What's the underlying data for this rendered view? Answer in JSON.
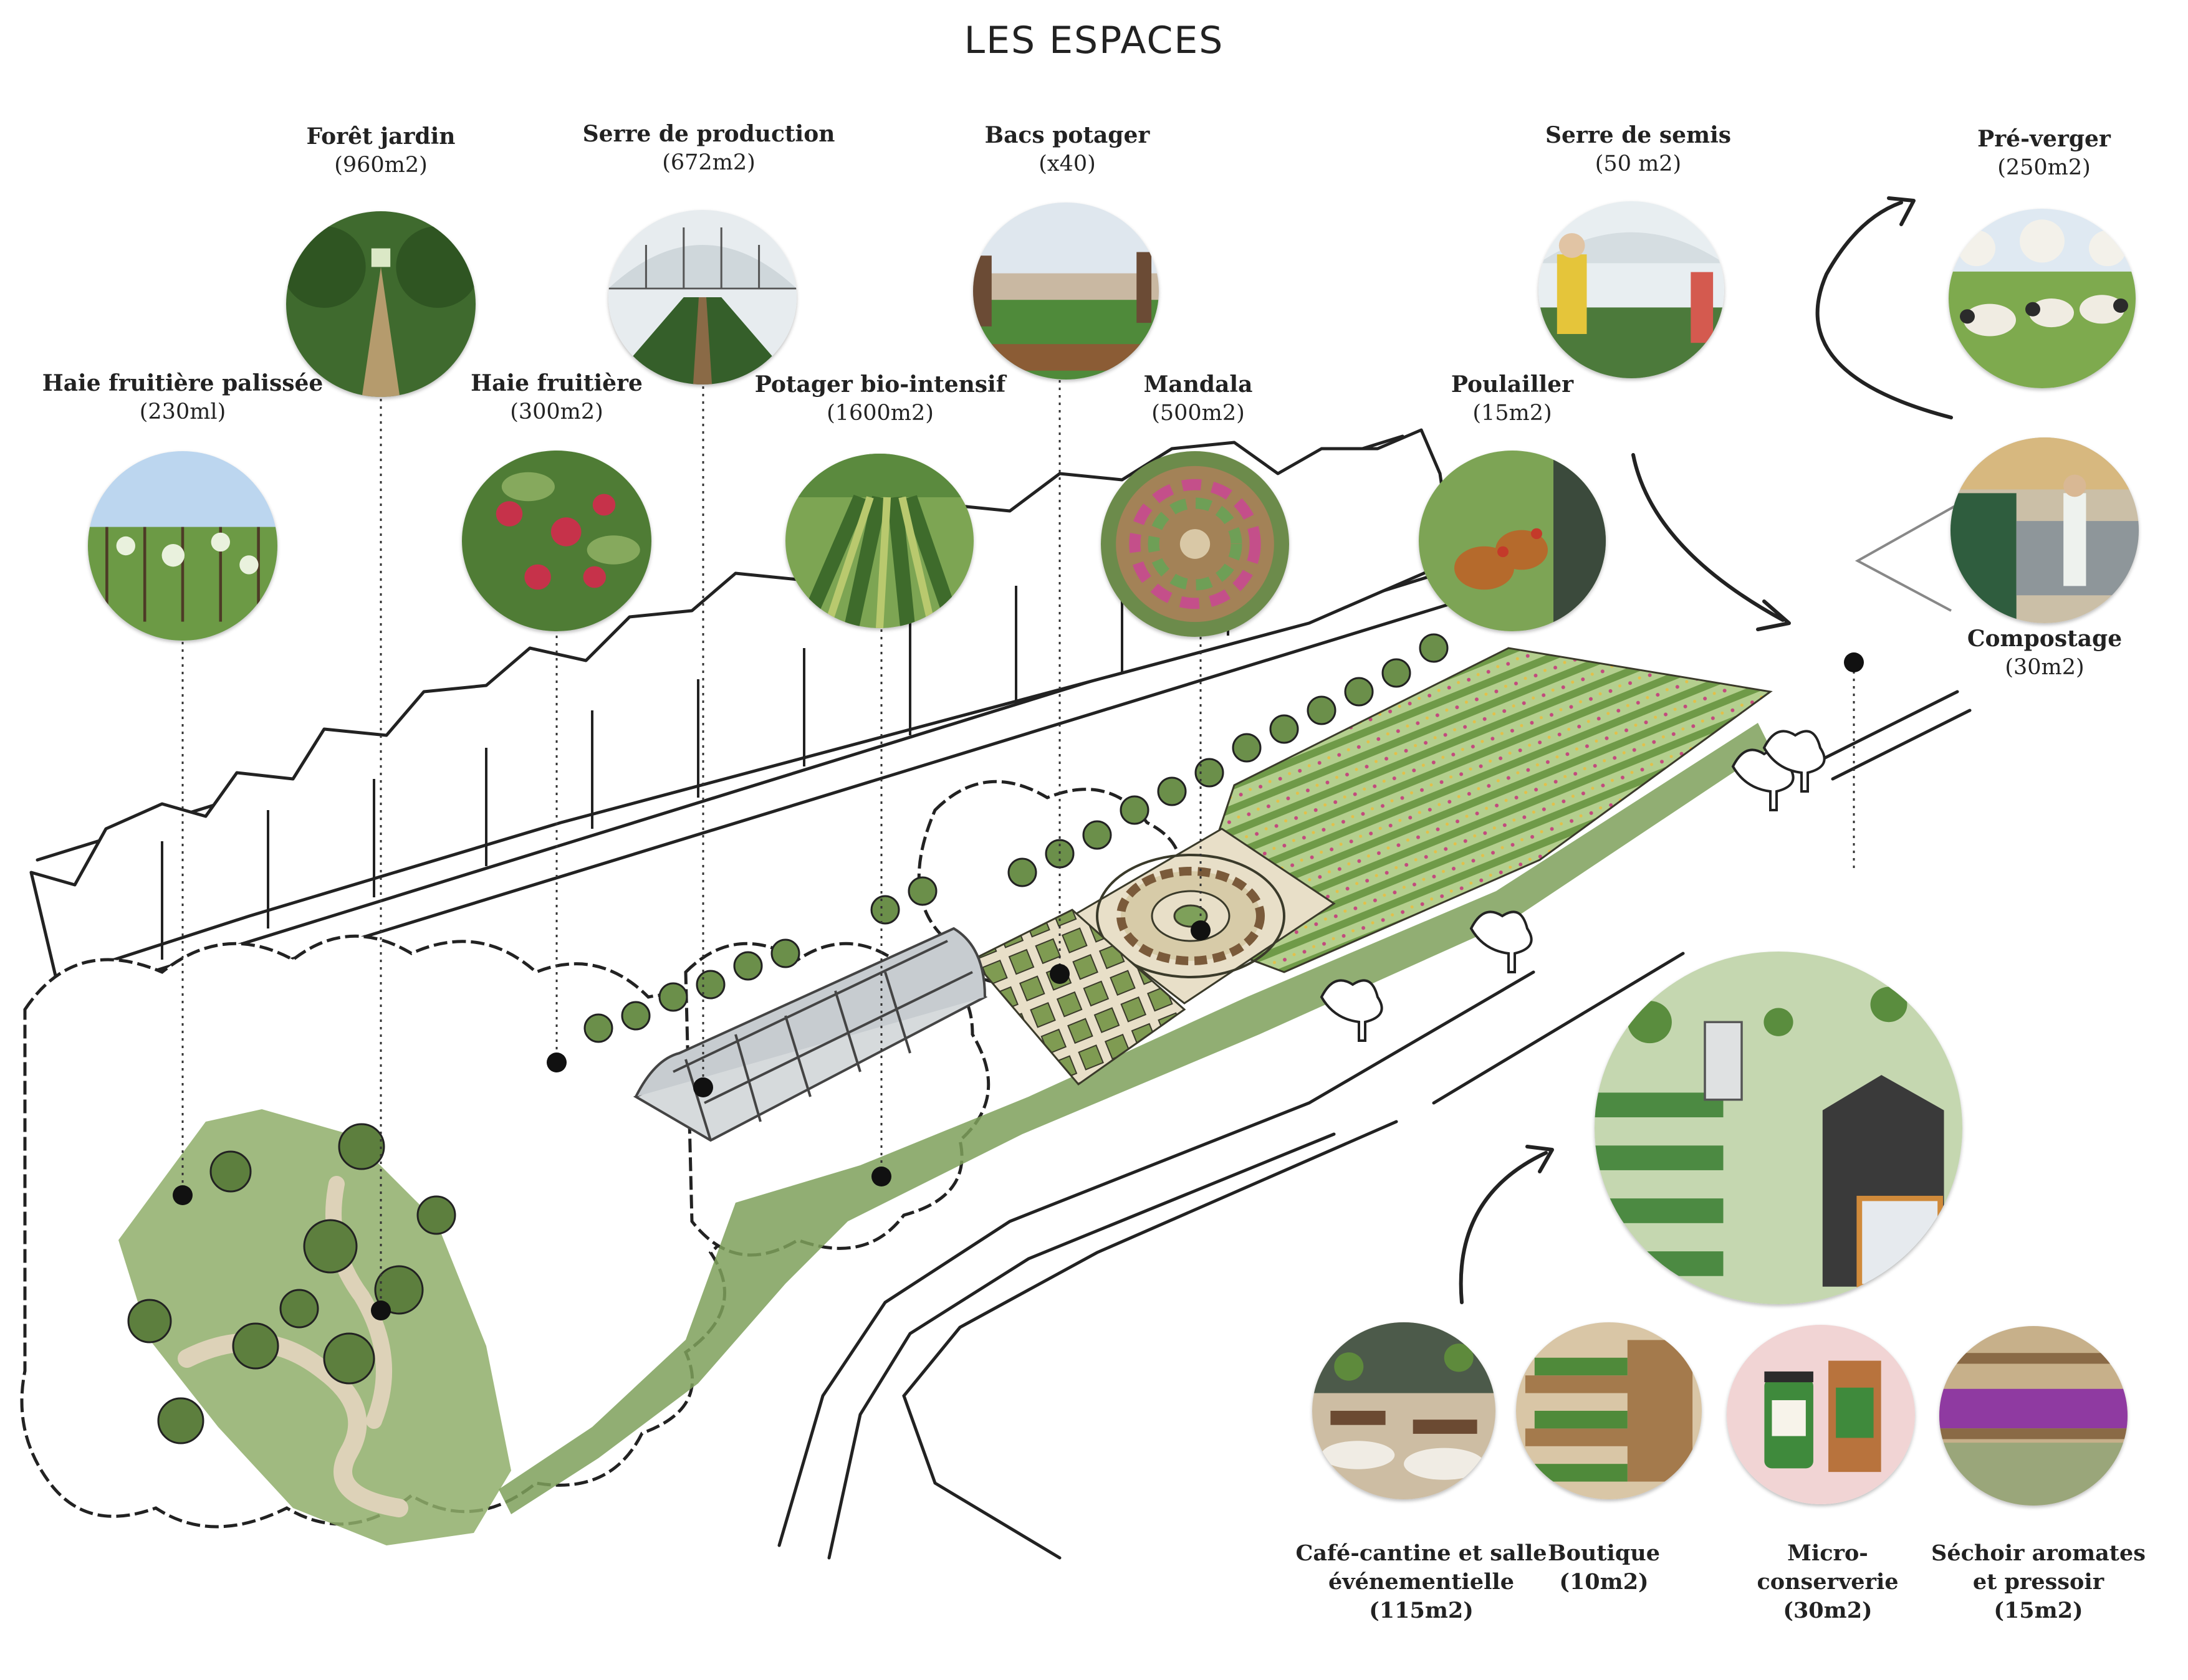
{
  "title": "LES ESPACES",
  "spaces": {
    "haie_palissee": {
      "name": "Haie fruitière palissée",
      "area": "(230ml)"
    },
    "foret_jardin": {
      "name": "Forêt jardin",
      "area": "(960m2)"
    },
    "haie_fruitiere": {
      "name": "Haie fruitière",
      "area": "(300m2)"
    },
    "serre_production": {
      "name": "Serre de production",
      "area": "(672m2)"
    },
    "potager_bio": {
      "name": "Potager bio-intensif",
      "area": "(1600m2)"
    },
    "bacs_potager": {
      "name": "Bacs potager",
      "area": "(x40)"
    },
    "mandala": {
      "name": "Mandala",
      "area": "(500m2)"
    },
    "poulailler": {
      "name": "Poulailler",
      "area": "(15m2)"
    },
    "serre_semis": {
      "name": "Serre de semis",
      "area": "(50 m2)"
    },
    "pre_verger": {
      "name": "Pré-verger",
      "area": "(250m2)"
    },
    "compostage": {
      "name": "Compostage",
      "area": "(30m2)"
    }
  },
  "buildings": {
    "cafe": {
      "line1": "Café-cantine et salle",
      "line2": "événementielle",
      "line3": "(115m2)"
    },
    "boutique": {
      "line1": "Boutique",
      "line2": "(10m2)"
    },
    "conserverie": {
      "line1": "Micro-",
      "line2": "conserverie",
      "line3": "(30m2)"
    },
    "sechoir": {
      "line1": "Séchoir aromates",
      "line2": "et pressoir",
      "line3": "(15m2)"
    }
  },
  "colors": {
    "ink": "#222222",
    "foliage": "#6b8f4a",
    "foliage_light": "#9cbb72",
    "path": "#ddd2b8",
    "soil": "#7a5a3a",
    "greenhouse": "#cfd3d6"
  }
}
